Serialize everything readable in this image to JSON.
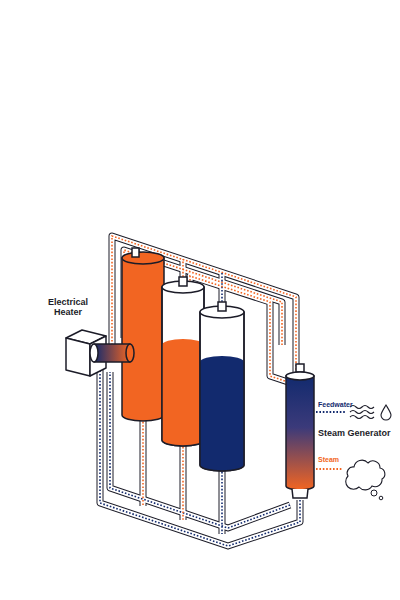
{
  "diagram": {
    "nodes": [
      {
        "text": [
          "Electrical Heater"
        ]
      },
      {
        "text": [
          "Steam Generator"
        ]
      }
    ],
    "labels": [
      "Feedwater",
      "Steam"
    ]
  }
}
